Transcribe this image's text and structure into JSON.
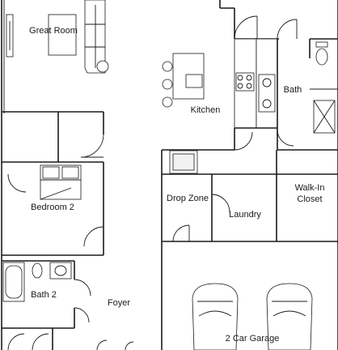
{
  "rooms": {
    "great_room": "Great Room",
    "kitchen": "Kitchen",
    "bath": "Bath",
    "bedroom_2": "Bedroom 2",
    "drop_zone": "Drop Zone",
    "walk_in_closet_line1": "Walk-In",
    "walk_in_closet_line2": "Closet",
    "laundry": "Laundry",
    "bath_2": "Bath 2",
    "foyer": "Foyer",
    "garage": "2 Car Garage"
  }
}
